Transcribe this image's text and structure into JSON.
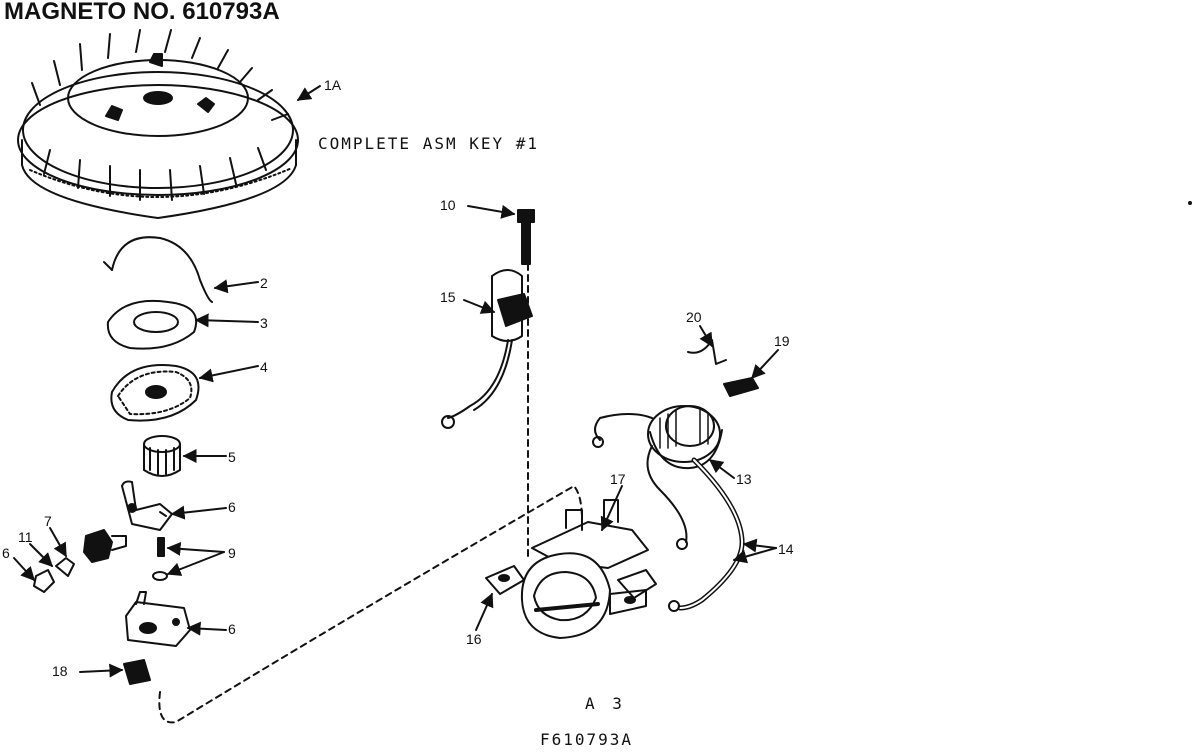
{
  "header": {
    "title": "MAGNETO NO. 610793A"
  },
  "captions": {
    "complete_asm": "COMPLETE ASM KEY #1",
    "sheet": "A 3",
    "code": "F610793A"
  },
  "callouts": {
    "c1A": "1A",
    "c2": "2",
    "c3": "3",
    "c4": "4",
    "c5": "5",
    "c6a": "6",
    "c6b": "6",
    "c6c": "6",
    "c7": "7",
    "c9": "9",
    "c10": "10",
    "c11": "11",
    "c13": "13",
    "c14": "14",
    "c15": "15",
    "c16": "16",
    "c17": "17",
    "c18": "18",
    "c19": "19",
    "c20": "20"
  },
  "colors": {
    "ink": "#111111",
    "paper": "#ffffff"
  }
}
